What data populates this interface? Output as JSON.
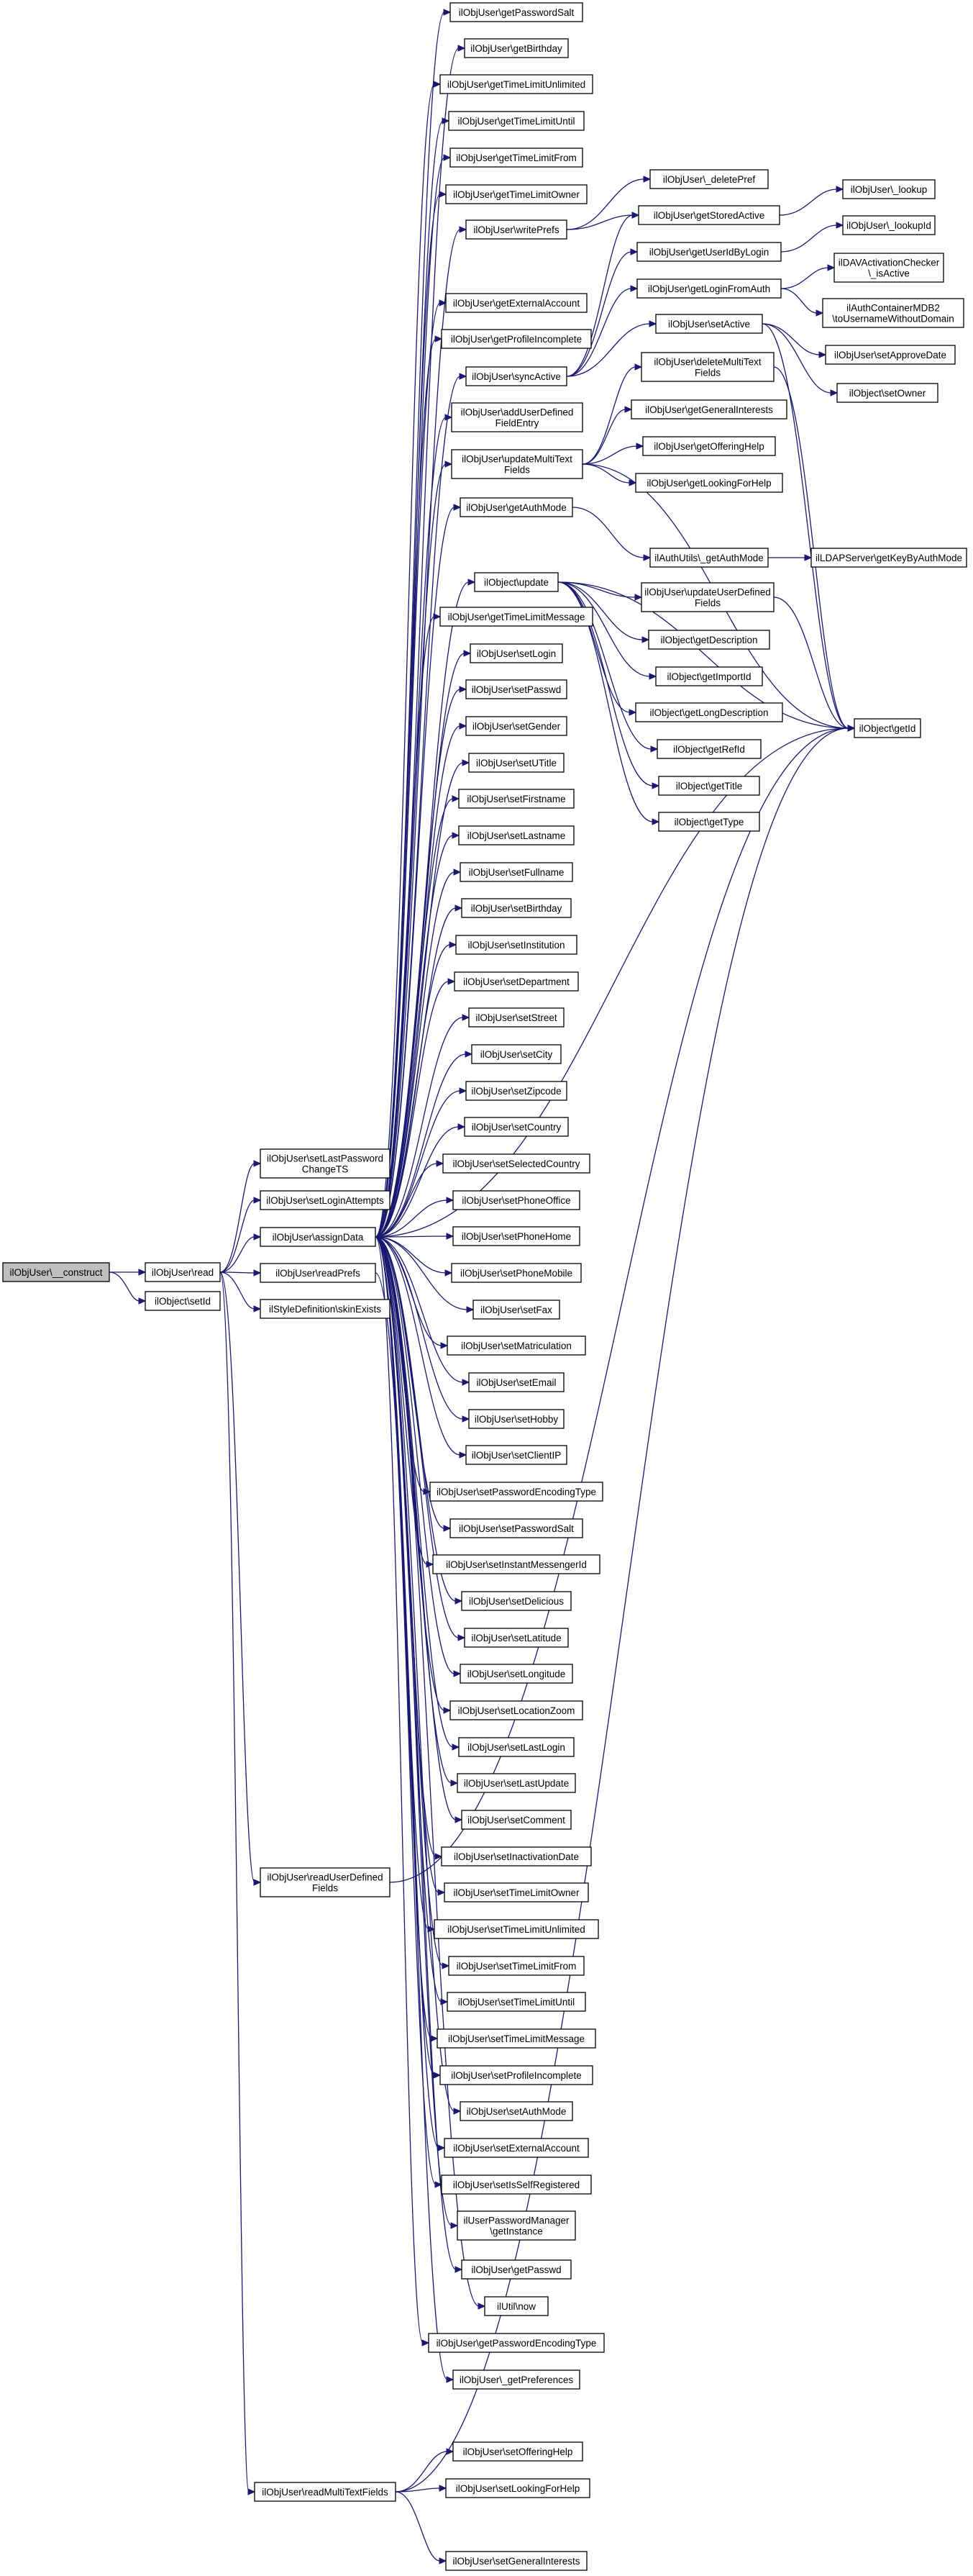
{
  "root": "ilObjUser::__construct",
  "nodes": [
    {
      "id": "construct",
      "lines": [
        "ilObjUser\\__construct"
      ],
      "root": true
    },
    {
      "id": "read",
      "lines": [
        "ilObjUser\\read"
      ]
    },
    {
      "id": "setId",
      "lines": [
        "ilObject\\setId"
      ]
    },
    {
      "id": "setLastPasswordChangeTS",
      "lines": [
        "ilObjUser\\setLastPassword",
        "ChangeTS"
      ]
    },
    {
      "id": "setLoginAttempts",
      "lines": [
        "ilObjUser\\setLoginAttempts"
      ]
    },
    {
      "id": "assignData",
      "lines": [
        "ilObjUser\\assignData"
      ]
    },
    {
      "id": "readPrefs",
      "lines": [
        "ilObjUser\\readPrefs"
      ]
    },
    {
      "id": "skinExists",
      "lines": [
        "ilStyleDefinition\\skinExists"
      ]
    },
    {
      "id": "readUserDefinedFields",
      "lines": [
        "ilObjUser\\readUserDefined",
        "Fields"
      ]
    },
    {
      "id": "readMultiTextFields",
      "lines": [
        "ilObjUser\\readMultiTextFields"
      ]
    },
    {
      "id": "getPasswordSalt",
      "lines": [
        "ilObjUser\\getPasswordSalt"
      ]
    },
    {
      "id": "getBirthday",
      "lines": [
        "ilObjUser\\getBirthday"
      ]
    },
    {
      "id": "getTimeLimitUnlimited",
      "lines": [
        "ilObjUser\\getTimeLimitUnlimited"
      ]
    },
    {
      "id": "getTimeLimitUntil",
      "lines": [
        "ilObjUser\\getTimeLimitUntil"
      ]
    },
    {
      "id": "getTimeLimitFrom",
      "lines": [
        "ilObjUser\\getTimeLimitFrom"
      ]
    },
    {
      "id": "getTimeLimitOwner",
      "lines": [
        "ilObjUser\\getTimeLimitOwner"
      ]
    },
    {
      "id": "writePrefs",
      "lines": [
        "ilObjUser\\writePrefs"
      ]
    },
    {
      "id": "getExternalAccount",
      "lines": [
        "ilObjUser\\getExternalAccount"
      ]
    },
    {
      "id": "getProfileIncomplete",
      "lines": [
        "ilObjUser\\getProfileIncomplete"
      ]
    },
    {
      "id": "syncActive",
      "lines": [
        "ilObjUser\\syncActive"
      ]
    },
    {
      "id": "addUserDefinedFieldEntry",
      "lines": [
        "ilObjUser\\addUserDefined",
        "FieldEntry"
      ]
    },
    {
      "id": "updateMultiTextFields",
      "lines": [
        "ilObjUser\\updateMultiText",
        "Fields"
      ]
    },
    {
      "id": "getAuthMode",
      "lines": [
        "ilObjUser\\getAuthMode"
      ]
    },
    {
      "id": "update",
      "lines": [
        "ilObject\\update"
      ]
    },
    {
      "id": "getTimeLimitMessage",
      "lines": [
        "ilObjUser\\getTimeLimitMessage"
      ]
    },
    {
      "id": "setLogin",
      "lines": [
        "ilObjUser\\setLogin"
      ]
    },
    {
      "id": "setPasswd",
      "lines": [
        "ilObjUser\\setPasswd"
      ]
    },
    {
      "id": "setGender",
      "lines": [
        "ilObjUser\\setGender"
      ]
    },
    {
      "id": "setUTitle",
      "lines": [
        "ilObjUser\\setUTitle"
      ]
    },
    {
      "id": "setFirstname",
      "lines": [
        "ilObjUser\\setFirstname"
      ]
    },
    {
      "id": "setLastname",
      "lines": [
        "ilObjUser\\setLastname"
      ]
    },
    {
      "id": "setFullname",
      "lines": [
        "ilObjUser\\setFullname"
      ]
    },
    {
      "id": "setBirthday",
      "lines": [
        "ilObjUser\\setBirthday"
      ]
    },
    {
      "id": "setInstitution",
      "lines": [
        "ilObjUser\\setInstitution"
      ]
    },
    {
      "id": "setDepartment",
      "lines": [
        "ilObjUser\\setDepartment"
      ]
    },
    {
      "id": "setStreet",
      "lines": [
        "ilObjUser\\setStreet"
      ]
    },
    {
      "id": "setCity",
      "lines": [
        "ilObjUser\\setCity"
      ]
    },
    {
      "id": "setZipcode",
      "lines": [
        "ilObjUser\\setZipcode"
      ]
    },
    {
      "id": "setCountry",
      "lines": [
        "ilObjUser\\setCountry"
      ]
    },
    {
      "id": "setSelectedCountry",
      "lines": [
        "ilObjUser\\setSelectedCountry"
      ]
    },
    {
      "id": "setPhoneOffice",
      "lines": [
        "ilObjUser\\setPhoneOffice"
      ]
    },
    {
      "id": "setPhoneHome",
      "lines": [
        "ilObjUser\\setPhoneHome"
      ]
    },
    {
      "id": "setPhoneMobile",
      "lines": [
        "ilObjUser\\setPhoneMobile"
      ]
    },
    {
      "id": "setFax",
      "lines": [
        "ilObjUser\\setFax"
      ]
    },
    {
      "id": "setMatriculation",
      "lines": [
        "ilObjUser\\setMatriculation"
      ]
    },
    {
      "id": "setEmail",
      "lines": [
        "ilObjUser\\setEmail"
      ]
    },
    {
      "id": "setHobby",
      "lines": [
        "ilObjUser\\setHobby"
      ]
    },
    {
      "id": "setClientIP",
      "lines": [
        "ilObjUser\\setClientIP"
      ]
    },
    {
      "id": "setPasswordEncodingType",
      "lines": [
        "ilObjUser\\setPasswordEncodingType"
      ]
    },
    {
      "id": "setPasswordSalt",
      "lines": [
        "ilObjUser\\setPasswordSalt"
      ]
    },
    {
      "id": "setInstantMessengerId",
      "lines": [
        "ilObjUser\\setInstantMessengerId"
      ]
    },
    {
      "id": "setDelicious",
      "lines": [
        "ilObjUser\\setDelicious"
      ]
    },
    {
      "id": "setLatitude",
      "lines": [
        "ilObjUser\\setLatitude"
      ]
    },
    {
      "id": "setLongitude",
      "lines": [
        "ilObjUser\\setLongitude"
      ]
    },
    {
      "id": "setLocationZoom",
      "lines": [
        "ilObjUser\\setLocationZoom"
      ]
    },
    {
      "id": "setLastLogin",
      "lines": [
        "ilObjUser\\setLastLogin"
      ]
    },
    {
      "id": "setLastUpdate",
      "lines": [
        "ilObjUser\\setLastUpdate"
      ]
    },
    {
      "id": "setComment",
      "lines": [
        "ilObjUser\\setComment"
      ]
    },
    {
      "id": "setInactivationDate",
      "lines": [
        "ilObjUser\\setInactivationDate"
      ]
    },
    {
      "id": "setTimeLimitOwner",
      "lines": [
        "ilObjUser\\setTimeLimitOwner"
      ]
    },
    {
      "id": "setTimeLimitUnlimited",
      "lines": [
        "ilObjUser\\setTimeLimitUnlimited"
      ]
    },
    {
      "id": "setTimeLimitFrom",
      "lines": [
        "ilObjUser\\setTimeLimitFrom"
      ]
    },
    {
      "id": "setTimeLimitUntil",
      "lines": [
        "ilObjUser\\setTimeLimitUntil"
      ]
    },
    {
      "id": "setTimeLimitMessage",
      "lines": [
        "ilObjUser\\setTimeLimitMessage"
      ]
    },
    {
      "id": "setProfileIncomplete",
      "lines": [
        "ilObjUser\\setProfileIncomplete"
      ]
    },
    {
      "id": "setAuthMode",
      "lines": [
        "ilObjUser\\setAuthMode"
      ]
    },
    {
      "id": "setExternalAccount",
      "lines": [
        "ilObjUser\\setExternalAccount"
      ]
    },
    {
      "id": "setIsSelfRegistered",
      "lines": [
        "ilObjUser\\setIsSelfRegistered"
      ]
    },
    {
      "id": "pwmGetInstance",
      "lines": [
        "ilUserPasswordManager",
        "\\getInstance"
      ]
    },
    {
      "id": "getPasswd",
      "lines": [
        "ilObjUser\\getPasswd"
      ]
    },
    {
      "id": "utilNow",
      "lines": [
        "ilUtil\\now"
      ]
    },
    {
      "id": "getPasswordEncodingType",
      "lines": [
        "ilObjUser\\getPasswordEncodingType"
      ]
    },
    {
      "id": "getPreferences",
      "lines": [
        "ilObjUser\\_getPreferences"
      ]
    },
    {
      "id": "setOfferingHelp",
      "lines": [
        "ilObjUser\\setOfferingHelp"
      ]
    },
    {
      "id": "setLookingForHelp",
      "lines": [
        "ilObjUser\\setLookingForHelp"
      ]
    },
    {
      "id": "setGeneralInterests",
      "lines": [
        "ilObjUser\\setGeneralInterests"
      ]
    },
    {
      "id": "deletePref",
      "lines": [
        "ilObjUser\\_deletePref"
      ]
    },
    {
      "id": "getStoredActive",
      "lines": [
        "ilObjUser\\getStoredActive"
      ]
    },
    {
      "id": "getUserIdByLogin",
      "lines": [
        "ilObjUser\\getUserIdByLogin"
      ]
    },
    {
      "id": "getLoginFromAuth",
      "lines": [
        "ilObjUser\\getLoginFromAuth"
      ]
    },
    {
      "id": "setActive",
      "lines": [
        "ilObjUser\\setActive"
      ]
    },
    {
      "id": "deleteMultiTextFields",
      "lines": [
        "ilObjUser\\deleteMultiText",
        "Fields"
      ]
    },
    {
      "id": "getGeneralInterests",
      "lines": [
        "ilObjUser\\getGeneralInterests"
      ]
    },
    {
      "id": "getOfferingHelp",
      "lines": [
        "ilObjUser\\getOfferingHelp"
      ]
    },
    {
      "id": "getLookingForHelp",
      "lines": [
        "ilObjUser\\getLookingForHelp"
      ]
    },
    {
      "id": "authUtilsGetAuthMode",
      "lines": [
        "ilAuthUtils\\_getAuthMode"
      ]
    },
    {
      "id": "updateUserDefinedFields",
      "lines": [
        "ilObjUser\\updateUserDefined",
        "Fields"
      ]
    },
    {
      "id": "getDescription",
      "lines": [
        "ilObject\\getDescription"
      ]
    },
    {
      "id": "getImportId",
      "lines": [
        "ilObject\\getImportId"
      ]
    },
    {
      "id": "getLongDescription",
      "lines": [
        "ilObject\\getLongDescription"
      ]
    },
    {
      "id": "getRefId",
      "lines": [
        "ilObject\\getRefId"
      ]
    },
    {
      "id": "getTitle",
      "lines": [
        "ilObject\\getTitle"
      ]
    },
    {
      "id": "getType",
      "lines": [
        "ilObject\\getType"
      ]
    },
    {
      "id": "lookup",
      "lines": [
        "ilObjUser\\_lookup"
      ]
    },
    {
      "id": "lookupId",
      "lines": [
        "ilObjUser\\_lookupId"
      ]
    },
    {
      "id": "davIsActive",
      "lines": [
        "ilDAVActivationChecker",
        "\\_isActive"
      ]
    },
    {
      "id": "authMDB2",
      "lines": [
        "ilAuthContainerMDB2",
        "\\toUsernameWithoutDomain"
      ]
    },
    {
      "id": "setApproveDate",
      "lines": [
        "ilObjUser\\setApproveDate"
      ]
    },
    {
      "id": "setOwner",
      "lines": [
        "ilObject\\setOwner"
      ]
    },
    {
      "id": "ldapGetKey",
      "lines": [
        "ilLDAPServer\\getKeyByAuthMode"
      ]
    },
    {
      "id": "getId",
      "lines": [
        "ilObject\\getId"
      ]
    }
  ]
}
